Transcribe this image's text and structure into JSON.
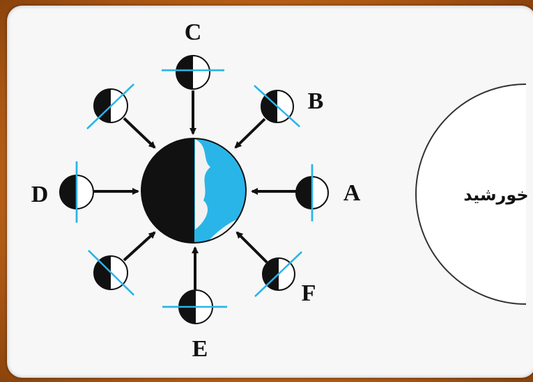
{
  "diagram": {
    "labels": {
      "A": "A",
      "B": "B",
      "C": "C",
      "D": "D",
      "E": "E",
      "F": "F"
    },
    "sun_label": "خورشید",
    "colors": {
      "earth_ocean": "#29b5e8",
      "earth_land": "#f2f2f2",
      "dark": "#111111",
      "axis_line": "#29b5e8",
      "background": "#f7f7f7",
      "frame": "#c56a1c"
    }
  }
}
